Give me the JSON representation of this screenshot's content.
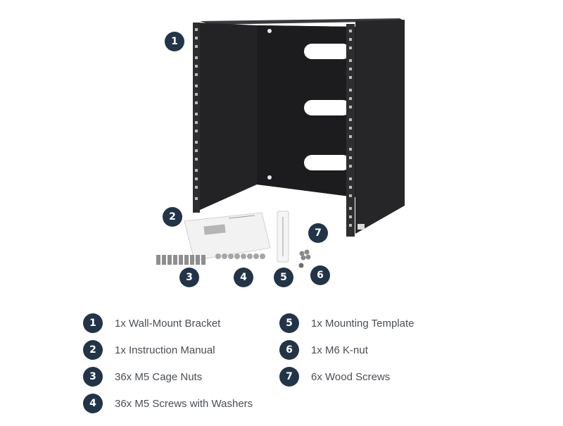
{
  "colors": {
    "badge": "#223447",
    "bracket": "#1f1f21",
    "legend_text": "#4a4f55"
  },
  "product_callouts": [
    {
      "num": "1"
    },
    {
      "num": "2"
    },
    {
      "num": "3"
    },
    {
      "num": "4"
    },
    {
      "num": "5"
    },
    {
      "num": "6"
    },
    {
      "num": "7"
    }
  ],
  "legend": [
    {
      "num": "1",
      "label": "1x Wall-Mount Bracket"
    },
    {
      "num": "2",
      "label": "1x Instruction Manual"
    },
    {
      "num": "3",
      "label": "36x M5 Cage Nuts"
    },
    {
      "num": "4",
      "label": "36x M5 Screws with Washers"
    },
    {
      "num": "5",
      "label": "1x Mounting Template"
    },
    {
      "num": "6",
      "label": "1x M6 K-nut"
    },
    {
      "num": "7",
      "label": "6x Wood Screws"
    }
  ]
}
